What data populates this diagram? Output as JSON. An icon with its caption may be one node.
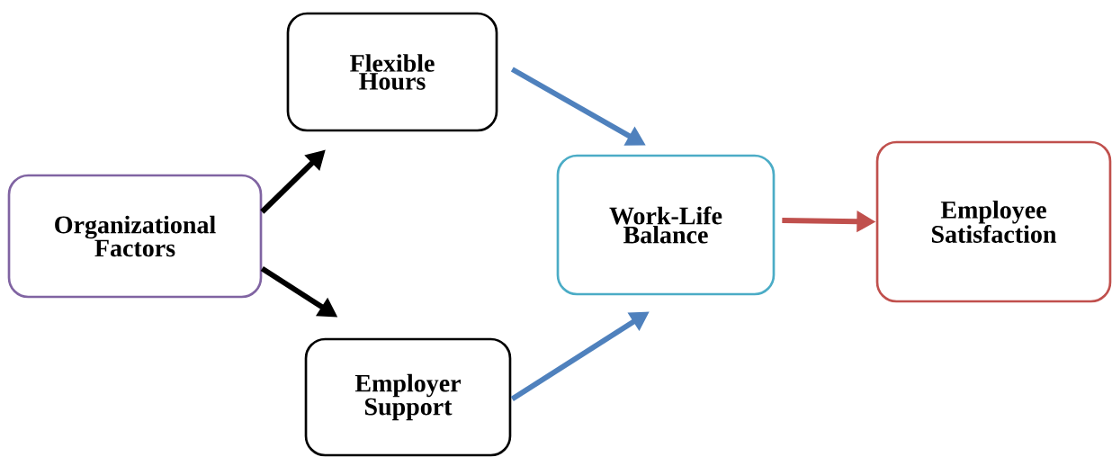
{
  "diagram": {
    "nodes": [
      {
        "text": [
          "Organizational Factors"
        ]
      },
      {
        "text": [
          "Flexible Hours"
        ]
      },
      {
        "text": [
          "Employer Support"
        ]
      },
      {
        "text": [
          "Work-Life Balance"
        ]
      },
      {
        "text": [
          "Employee Satisfaction"
        ]
      }
    ],
    "edges": [
      {
        "from": 0,
        "to": 1,
        "arrow": "to",
        "color": "#000000"
      },
      {
        "from": 0,
        "to": 2,
        "arrow": "to",
        "color": "#000000"
      },
      {
        "from": 1,
        "to": 3,
        "arrow": "to",
        "color": "#4f81bd"
      },
      {
        "from": 2,
        "to": 3,
        "arrow": "to",
        "color": "#4f81bd"
      },
      {
        "from": 3,
        "to": 4,
        "arrow": "to",
        "color": "#c0504d"
      }
    ]
  }
}
